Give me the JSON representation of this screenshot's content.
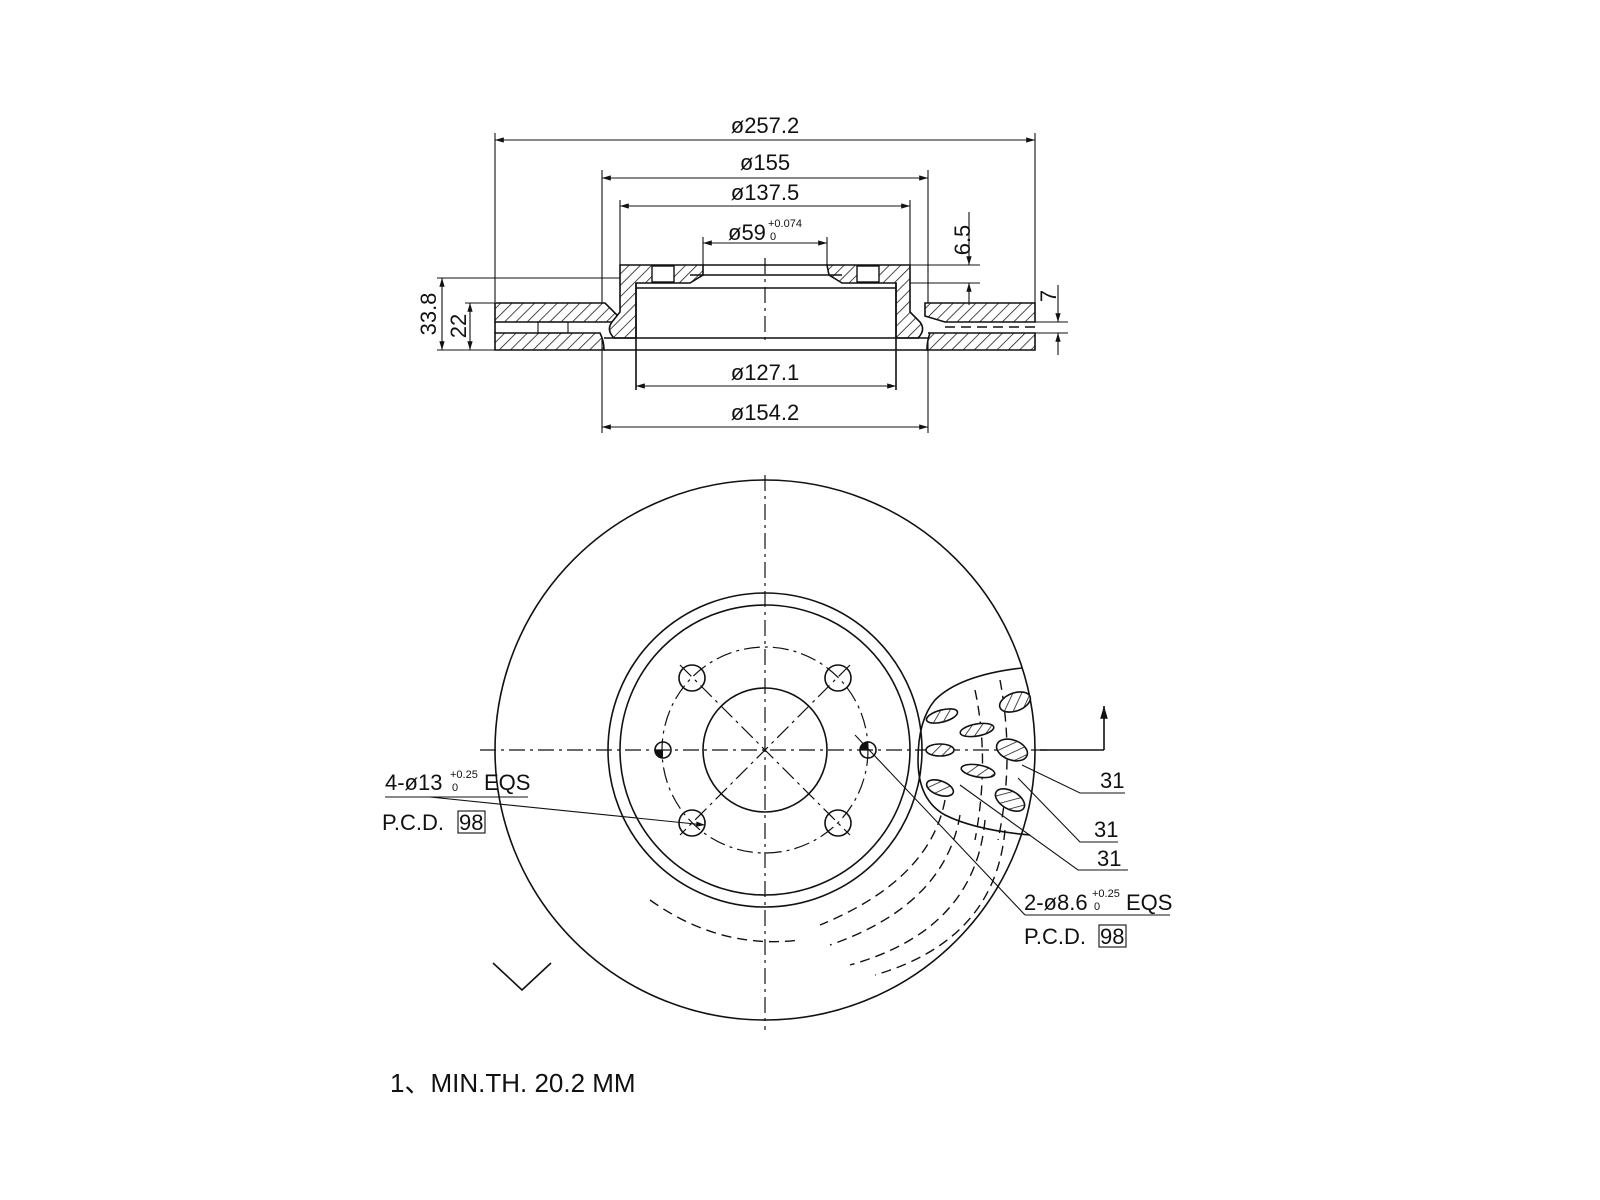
{
  "top_view": {
    "dim_outer": "ø257.2",
    "dim_hat_outer": "ø155",
    "dim_hat_face": "ø137.5",
    "dim_bore": "ø59",
    "dim_bore_tol_upper": "+0.074",
    "dim_bore_tol_lower": "0",
    "dim_hat_inner": "ø127.1",
    "dim_hat_base": "ø154.2",
    "dim_total_height": "33.8",
    "dim_disc_thickness": "22",
    "dim_hat_thickness": "6.5",
    "dim_vane": "7"
  },
  "front_view": {
    "bolt_label": "4-ø13",
    "bolt_tol_upper": "+0.25",
    "bolt_tol_lower": "0",
    "bolt_suffix": "EQS",
    "bolt_pcd_label": "P.C.D.",
    "bolt_pcd_value": "98",
    "pin_label": "2-ø8.6",
    "pin_tol_upper": "+0.25",
    "pin_tol_lower": "0",
    "pin_suffix": "EQS",
    "pin_pcd_label": "P.C.D.",
    "pin_pcd_value": "98",
    "vane_dims": [
      "31",
      "31",
      "31"
    ]
  },
  "notes": {
    "min_thickness": "1、MIN.TH. 20.2 MM"
  }
}
